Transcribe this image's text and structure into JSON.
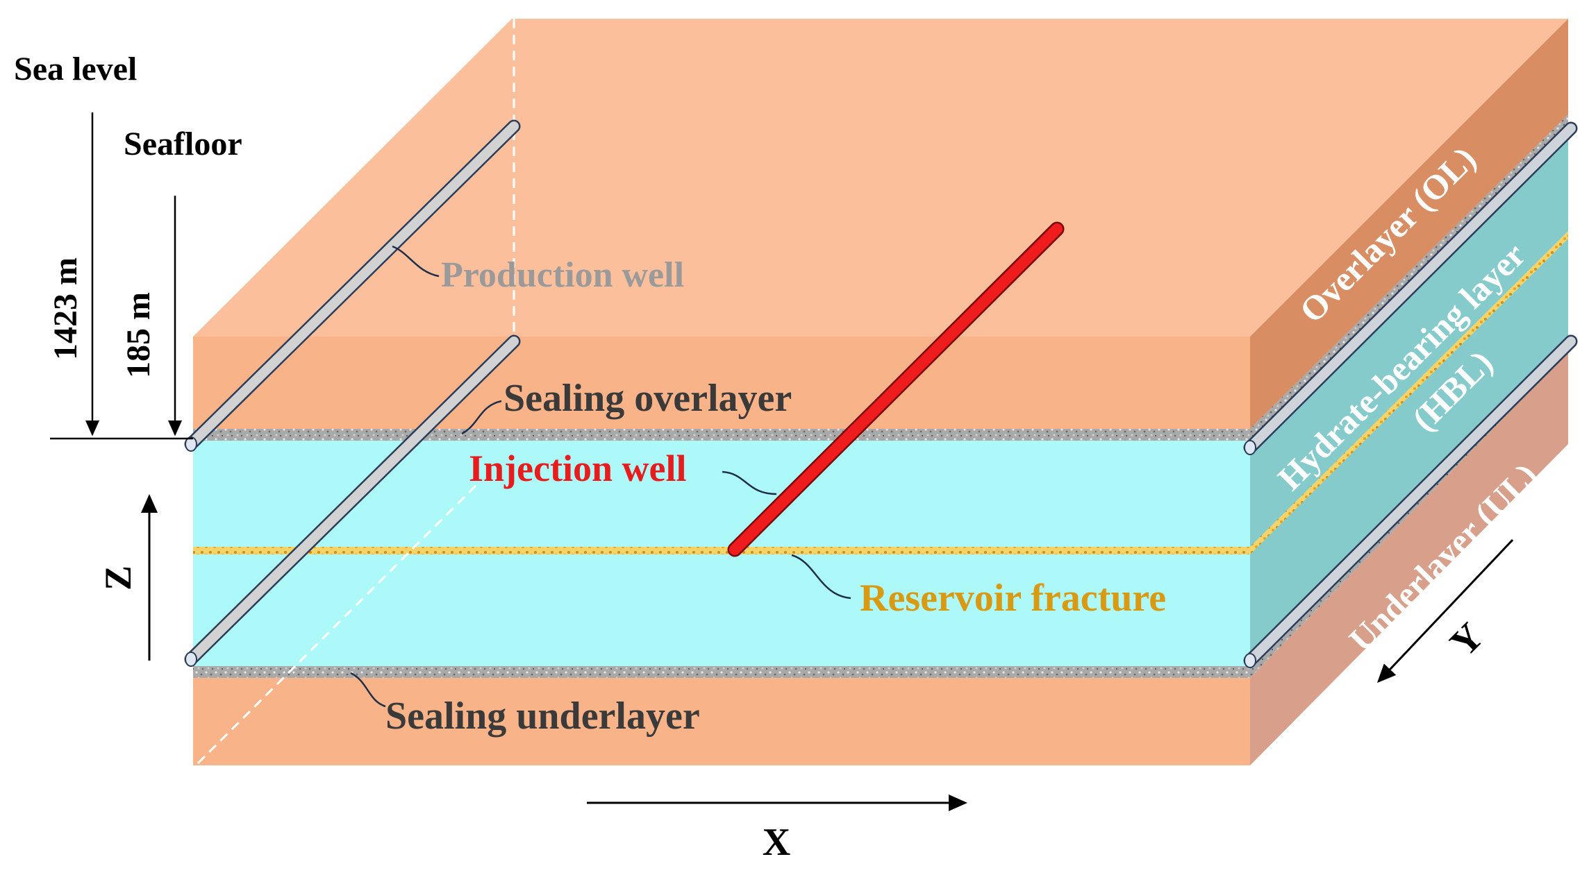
{
  "labels": {
    "sea_level": "Sea level",
    "seafloor": "Seafloor",
    "depth_sea": "1423 m",
    "depth_seafloor": "185 m",
    "production_well": "Production well",
    "sealing_overlayer": "Sealing overlayer",
    "injection_well": "Injection well",
    "reservoir_fracture": "Reservoir fracture",
    "sealing_underlayer": "Sealing underlayer",
    "overlayer": "Overlayer (OL)",
    "hbl_line1": "Hydrate-bearing layer",
    "hbl_line2": "(HBL)",
    "underlayer": "Underlayer (UL)",
    "axis_x": "X",
    "axis_y": "Y",
    "axis_z": "Z"
  },
  "colors": {
    "overlayer": "#f9b389",
    "top_face": "#fbbf9b",
    "side_overlayer": "#d98d63",
    "side_hbl": "#85cbcb",
    "side_underlayer": "#d8a08a",
    "hbl": "#adf8f8",
    "sealing": "#a9a9a9",
    "fracture": "#e8a81c",
    "injection_well": "#ee1c1c",
    "production_well": "#cfcfcf",
    "production_text": "#9a9a9a",
    "injection_text": "#e81c1c",
    "fracture_text": "#d99a12",
    "dark_text": "#3a3a3a"
  }
}
